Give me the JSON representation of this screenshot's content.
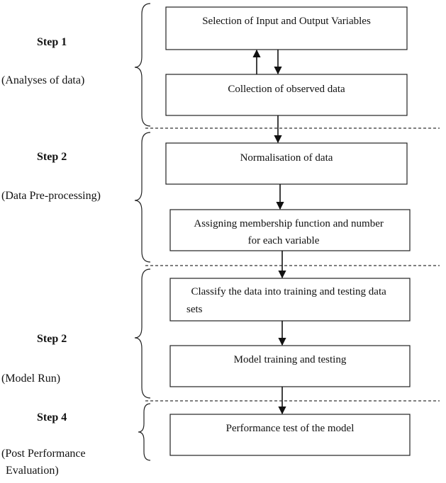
{
  "boxes": [
    {
      "id": "selection",
      "lines": [
        "Selection of Input and Output Variables"
      ]
    },
    {
      "id": "collection",
      "lines": [
        "Collection of observed data"
      ]
    },
    {
      "id": "normalisation",
      "lines": [
        "Normalisation of data"
      ]
    },
    {
      "id": "membership",
      "lines": [
        "Assigning membership function and number",
        "for each variable"
      ]
    },
    {
      "id": "classify",
      "lines": [
        "Classify the data into training and testing data",
        "sets"
      ]
    },
    {
      "id": "training",
      "lines": [
        "Model training and testing"
      ]
    },
    {
      "id": "performance",
      "lines": [
        "Performance test of the model"
      ]
    }
  ],
  "steps": [
    {
      "id": "step1",
      "title": "Step 1",
      "subtitle_lines": [
        "(Analyses of data)"
      ]
    },
    {
      "id": "step2a",
      "title": "Step 2",
      "subtitle_lines": [
        "(Data Pre-processing)"
      ]
    },
    {
      "id": "step2b",
      "title": "Step 2",
      "subtitle_lines": [
        "(Model Run)"
      ]
    },
    {
      "id": "step4",
      "title": "Step 4",
      "subtitle_lines": [
        "(Post Performance",
        "Evaluation)"
      ]
    }
  ]
}
